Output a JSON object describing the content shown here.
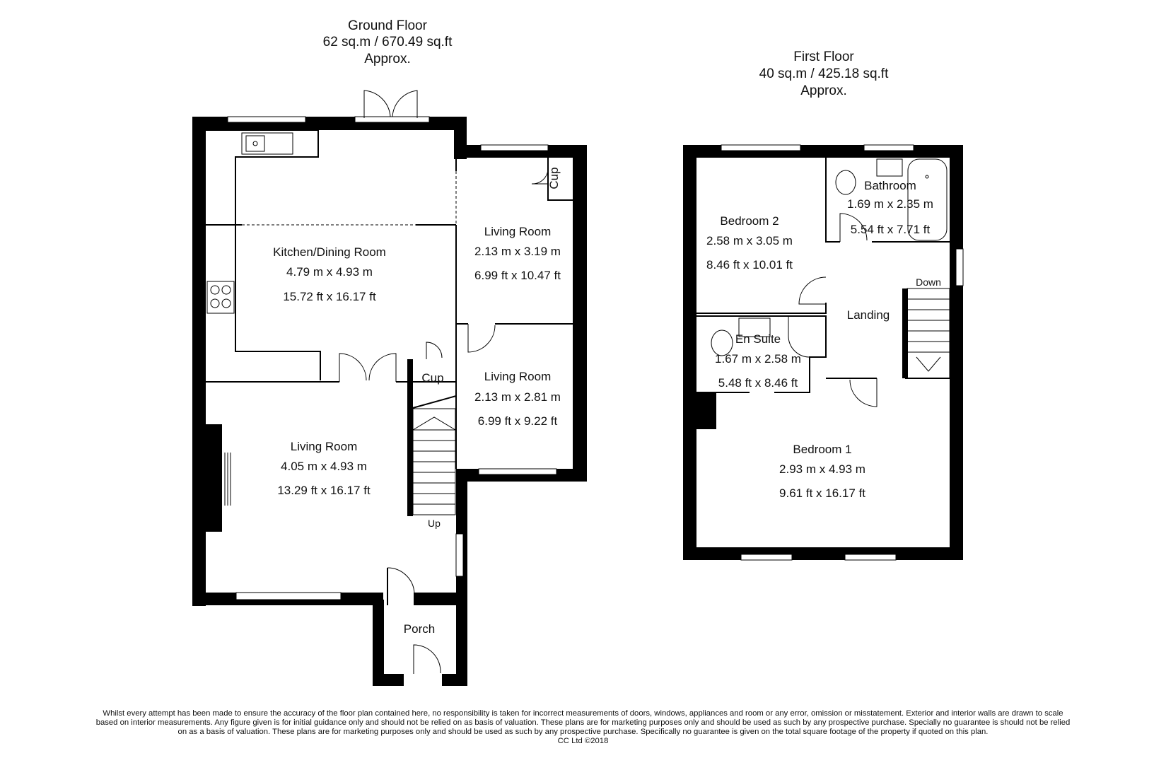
{
  "ground_floor": {
    "title": "Ground Floor",
    "area": "62 sq.m / 670.49 sq.ft",
    "approx": "Approx.",
    "rooms": [
      {
        "name": "Kitchen/Dining Room",
        "metric": "4.79 m x 4.93 m",
        "imperial": "15.72 ft x 16.17 ft"
      },
      {
        "name": "Living Room",
        "metric": "2.13 m x 3.19 m",
        "imperial": "6.99 ft x 10.47 ft"
      },
      {
        "name": "Living Room",
        "metric": "2.13 m x 2.81 m",
        "imperial": "6.99 ft x 9.22 ft"
      },
      {
        "name": "Living Room",
        "metric": "4.05 m x 4.93 m",
        "imperial": "13.29 ft x 16.17 ft"
      },
      {
        "name": "Porch"
      }
    ],
    "labels": {
      "cup_upper": "Cup",
      "cup_lower": "Cup",
      "stairs": "Up"
    }
  },
  "first_floor": {
    "title": "First Floor",
    "area": "40 sq.m / 425.18 sq.ft",
    "approx": "Approx.",
    "rooms": [
      {
        "name": "Bedroom 2",
        "metric": "2.58 m x 3.05 m",
        "imperial": "8.46 ft x 10.01 ft"
      },
      {
        "name": "Bathroom",
        "metric": "1.69 m x 2.35 m",
        "imperial": "5.54 ft x 7.71 ft"
      },
      {
        "name": "Landing"
      },
      {
        "name": "En Suite",
        "metric": "1.67 m x 2.58 m",
        "imperial": "5.48 ft x 8.46 ft"
      },
      {
        "name": "Bedroom 1",
        "metric": "2.93 m x 4.93 m",
        "imperial": "9.61 ft x 16.17 ft"
      }
    ],
    "labels": {
      "stairs": "Down"
    }
  },
  "disclaimer": [
    "Whilst every attempt has been made to ensure the accuracy of the floor plan contained here, no responsibility is taken for incorrect measurements of doors, windows, appliances and room or any error, omission or misstatement. Exterior and interior walls are drawn to scale",
    "based on interior measurements. Any figure given is for initial guidance only and should not be relied on as basis of valuation. These plans are for marketing purposes only and should be used as such by any prospective purchase. Specially no guarantee is should not be relied",
    "on as a basis of valuation. These plans are for marketing purposes only and should be used as such by any prospective purchase. Specifically no guarantee is given on the total square footage of the property if quoted on this plan.",
    "CC Ltd ©2018"
  ]
}
